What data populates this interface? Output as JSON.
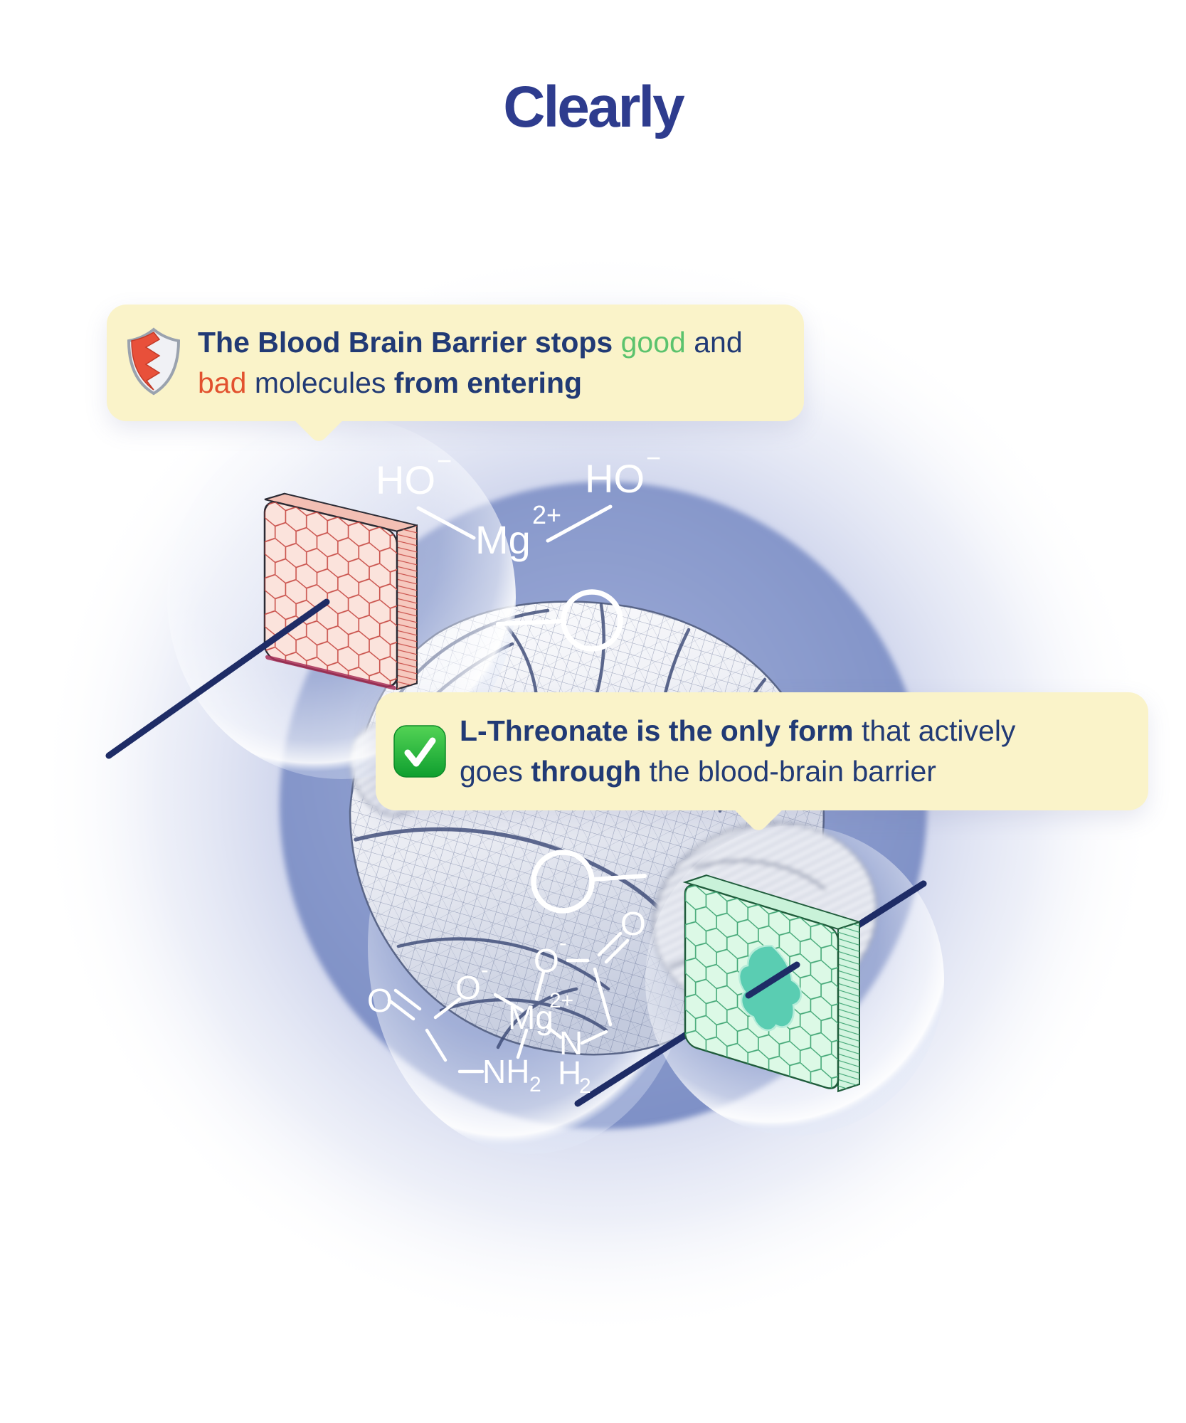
{
  "brand": {
    "logo": "Clearly"
  },
  "callouts": {
    "barrier": {
      "icon": "shield-icon",
      "segments": [
        {
          "text": "The Blood Brain Barrier stops ",
          "bold": true,
          "color": "#213a75"
        },
        {
          "text": "good",
          "bold": false,
          "color": "#5bc36d"
        },
        {
          "text": " and",
          "bold": false,
          "color": "#213a75"
        },
        {
          "br": true
        },
        {
          "text": "bad",
          "bold": false,
          "color": "#e2512e"
        },
        {
          "text": " molecules ",
          "bold": false,
          "color": "#213a75"
        },
        {
          "text": "from entering",
          "bold": true,
          "color": "#213a75"
        }
      ]
    },
    "threonate": {
      "icon": "check-icon",
      "segments": [
        {
          "text": "L-Threonate is the only form",
          "bold": true,
          "color": "#213a75"
        },
        {
          "text": " that actively",
          "bold": false,
          "color": "#213a75"
        },
        {
          "br": true
        },
        {
          "text": "goes ",
          "bold": false,
          "color": "#213a75"
        },
        {
          "text": "through",
          "bold": true,
          "color": "#213a75"
        },
        {
          "text": " the blood-brain barrier",
          "bold": false,
          "color": "#213a75"
        }
      ]
    }
  },
  "chemistry": {
    "hydroxide_formula": "HO",
    "hydroxide_charge": "−",
    "magnesium_symbol": "Mg",
    "magnesium_charge": "2+",
    "structure": {
      "oxygen": "O",
      "oxygen_minus": "O",
      "minus": "-",
      "mg": "Mg",
      "mg_charge": "2+",
      "amine": "NH",
      "sub2": "2",
      "nitrogen": "N",
      "hydrogen": "H"
    }
  },
  "colors": {
    "logo_blue": "#2e3c8e",
    "navy_text": "#213a75",
    "good_green": "#5bc36d",
    "bad_orange": "#e2512e",
    "callout_yellow": "#faf3c9",
    "arrow_navy": "#1e2c66",
    "barrier_red_line": "#c9504a",
    "barrier_green_line": "#44a877",
    "hole_teal": "#5acdb2",
    "blob_blue": "#8d9dce",
    "white": "#ffffff"
  }
}
